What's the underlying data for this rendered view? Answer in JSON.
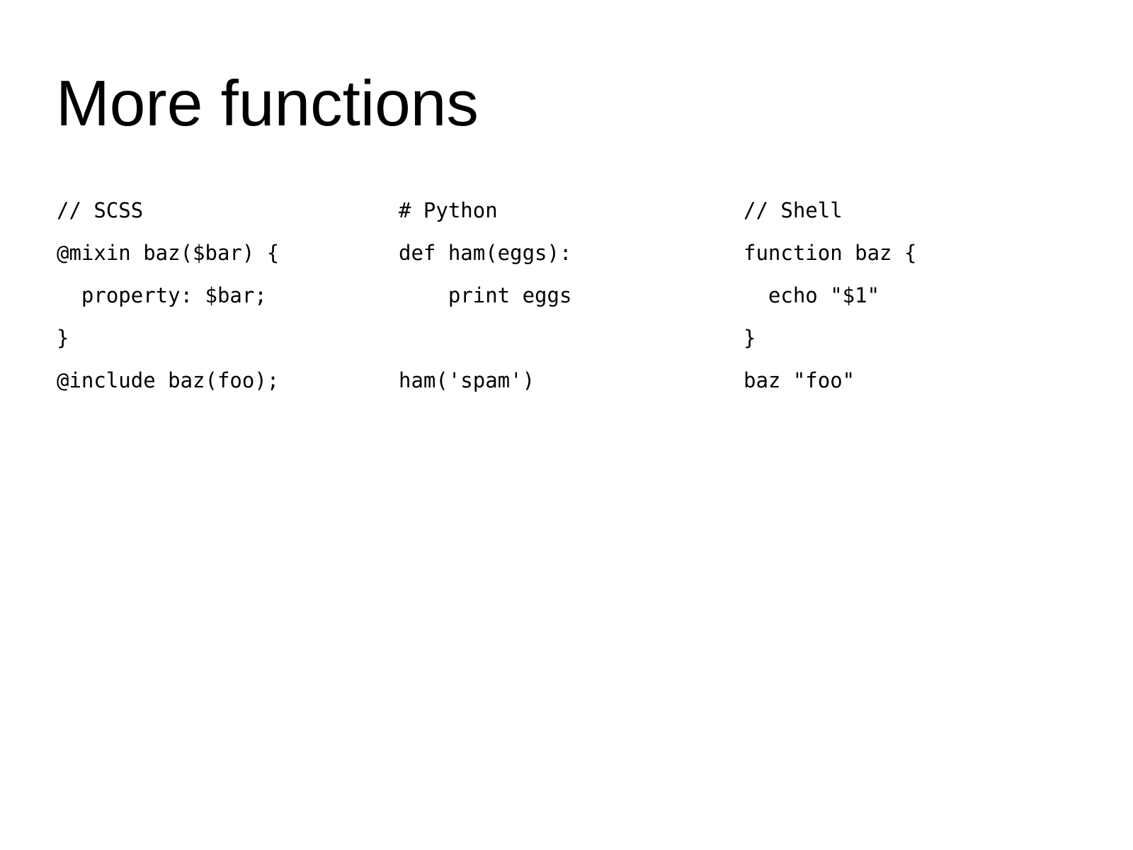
{
  "slide": {
    "title": "More functions",
    "background": "#ffffff",
    "text_color": "#000000"
  },
  "columns": [
    {
      "language": "SCSS",
      "lines": [
        "// SCSS",
        "@mixin baz($bar) {",
        "  property: $bar;",
        "}",
        "@include baz(foo);"
      ]
    },
    {
      "language": "Python",
      "lines": [
        "# Python",
        "def ham(eggs):",
        "    print eggs",
        "",
        "ham('spam')"
      ]
    },
    {
      "language": "Shell",
      "lines": [
        "// Shell",
        "function baz {",
        "  echo \"$1\"",
        "}",
        "baz \"foo\""
      ]
    }
  ]
}
